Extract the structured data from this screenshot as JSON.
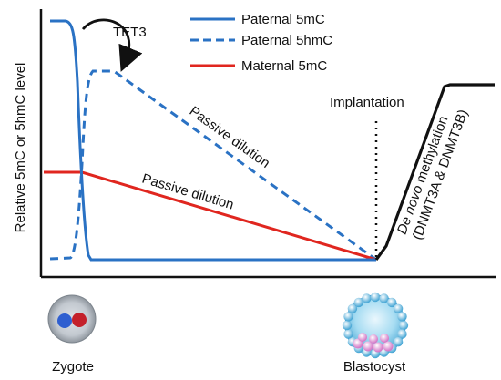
{
  "y_axis_label": "Relative 5mC or 5hmC level",
  "legend": [
    {
      "label": "Paternal 5mC",
      "color": "#2a72c4",
      "style": "solid"
    },
    {
      "label": "Paternal 5hmC",
      "color": "#2a72c4",
      "style": "dashed"
    },
    {
      "label": "Maternal 5mC",
      "color": "#e0261f",
      "style": "solid"
    }
  ],
  "annotations": {
    "tet3": "TET3",
    "passive_dilution_paternal": "Passive dilution",
    "passive_dilution_maternal": "Passive dilution",
    "implantation": "Implantation",
    "de_novo_line1_italic": "De novo",
    "de_novo_line1_rest": " methylation",
    "de_novo_line2": "(DNMT3A & DNMT3B)"
  },
  "stages": {
    "zygote": "Zygote",
    "blastocyst": "Blastocyst"
  },
  "colors": {
    "paternal": "#2a72c4",
    "maternal": "#e0261f",
    "de_novo": "#111111",
    "axis": "#111111"
  }
}
